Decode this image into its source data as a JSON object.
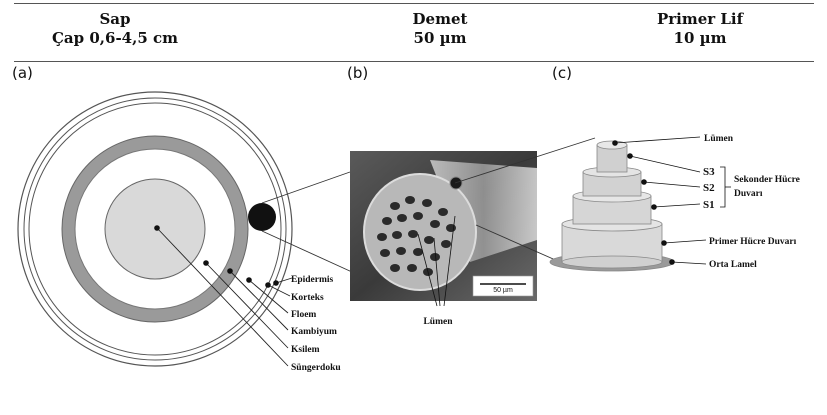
{
  "header": {
    "col1": {
      "title": "Sap",
      "value": "Çap 0,6-4,5 cm"
    },
    "col2": {
      "title": "Demet",
      "value": "50 µm"
    },
    "col3": {
      "title": "Primer Lif",
      "value": "10 µm"
    }
  },
  "panels": {
    "a": {
      "tag": "(a)",
      "labels": [
        "Epidermis",
        "Korteks",
        "Floem",
        "Kambiyum",
        "Ksilem",
        "Süngerdoku"
      ]
    },
    "b": {
      "tag": "(b)",
      "lumen_label": "Lümen",
      "scale_label": "50 µm"
    },
    "c": {
      "tag": "(c)",
      "lumen_label": "Lümen",
      "s3": "S3",
      "s2": "S2",
      "s1": "S1",
      "secondary_wall_line1": "Sekonder Hücre",
      "secondary_wall_line2": "Duvarı",
      "primary_wall": "Primer Hücre Duvarı",
      "middle_lamella": "Orta Lamel"
    }
  },
  "colors": {
    "light_gray": "#d9d9d9",
    "mid_gray": "#9a9a9a",
    "dark": "#111111",
    "sem_bg": "#3a3a3a"
  }
}
